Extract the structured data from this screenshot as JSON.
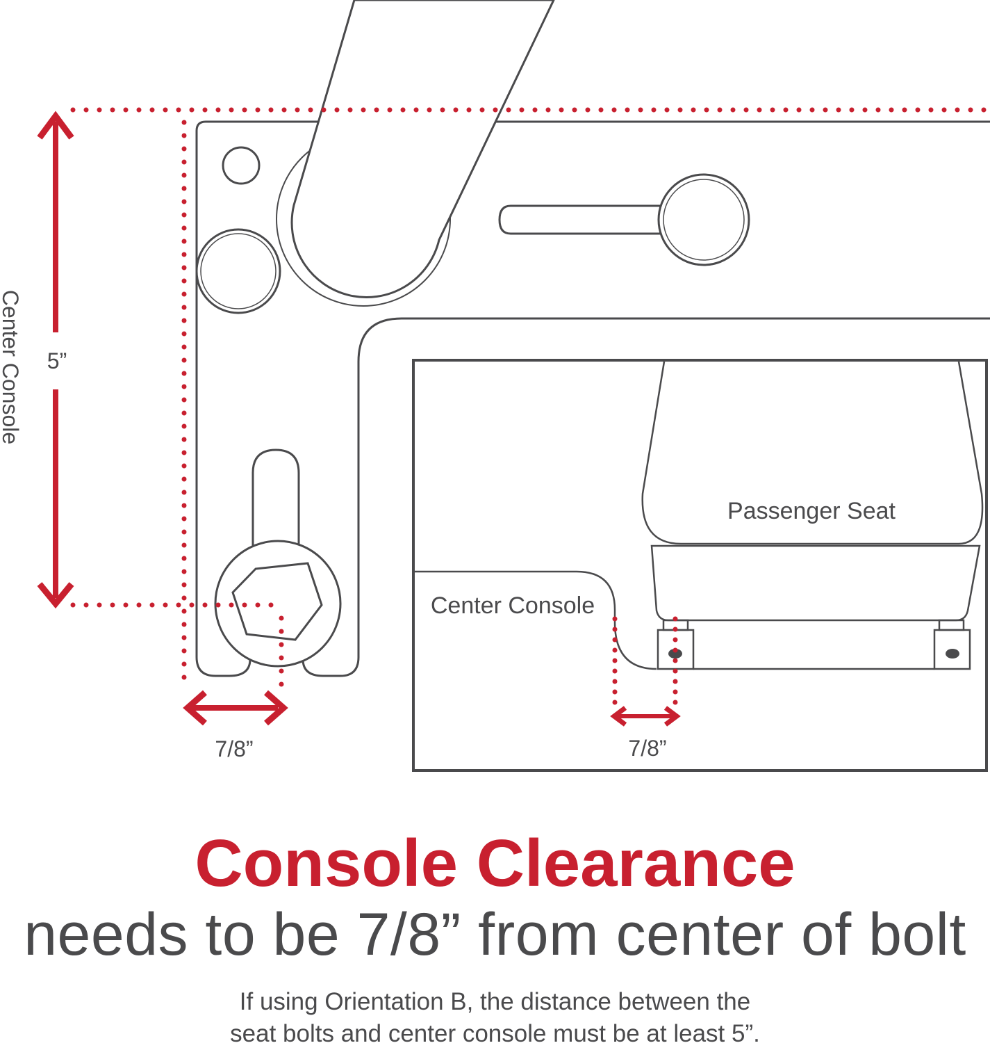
{
  "colors": {
    "accent": "#c8202f",
    "outline": "#4a4a4c",
    "text": "#4a4a4c"
  },
  "diagram": {
    "vertical_measure": "5”",
    "vertical_side_label": "Center Console",
    "bottom_left_measure": "7/8”",
    "inset": {
      "seat_label": "Passenger Seat",
      "console_label": "Center Console",
      "measure": "7/8”"
    }
  },
  "headline": "Console Clearance",
  "subline": "needs to be 7/8” from center of bolt",
  "note": {
    "line1": "If using Orientation B, the distance between the",
    "line2": "seat bolts and center console must be at least 5”."
  }
}
